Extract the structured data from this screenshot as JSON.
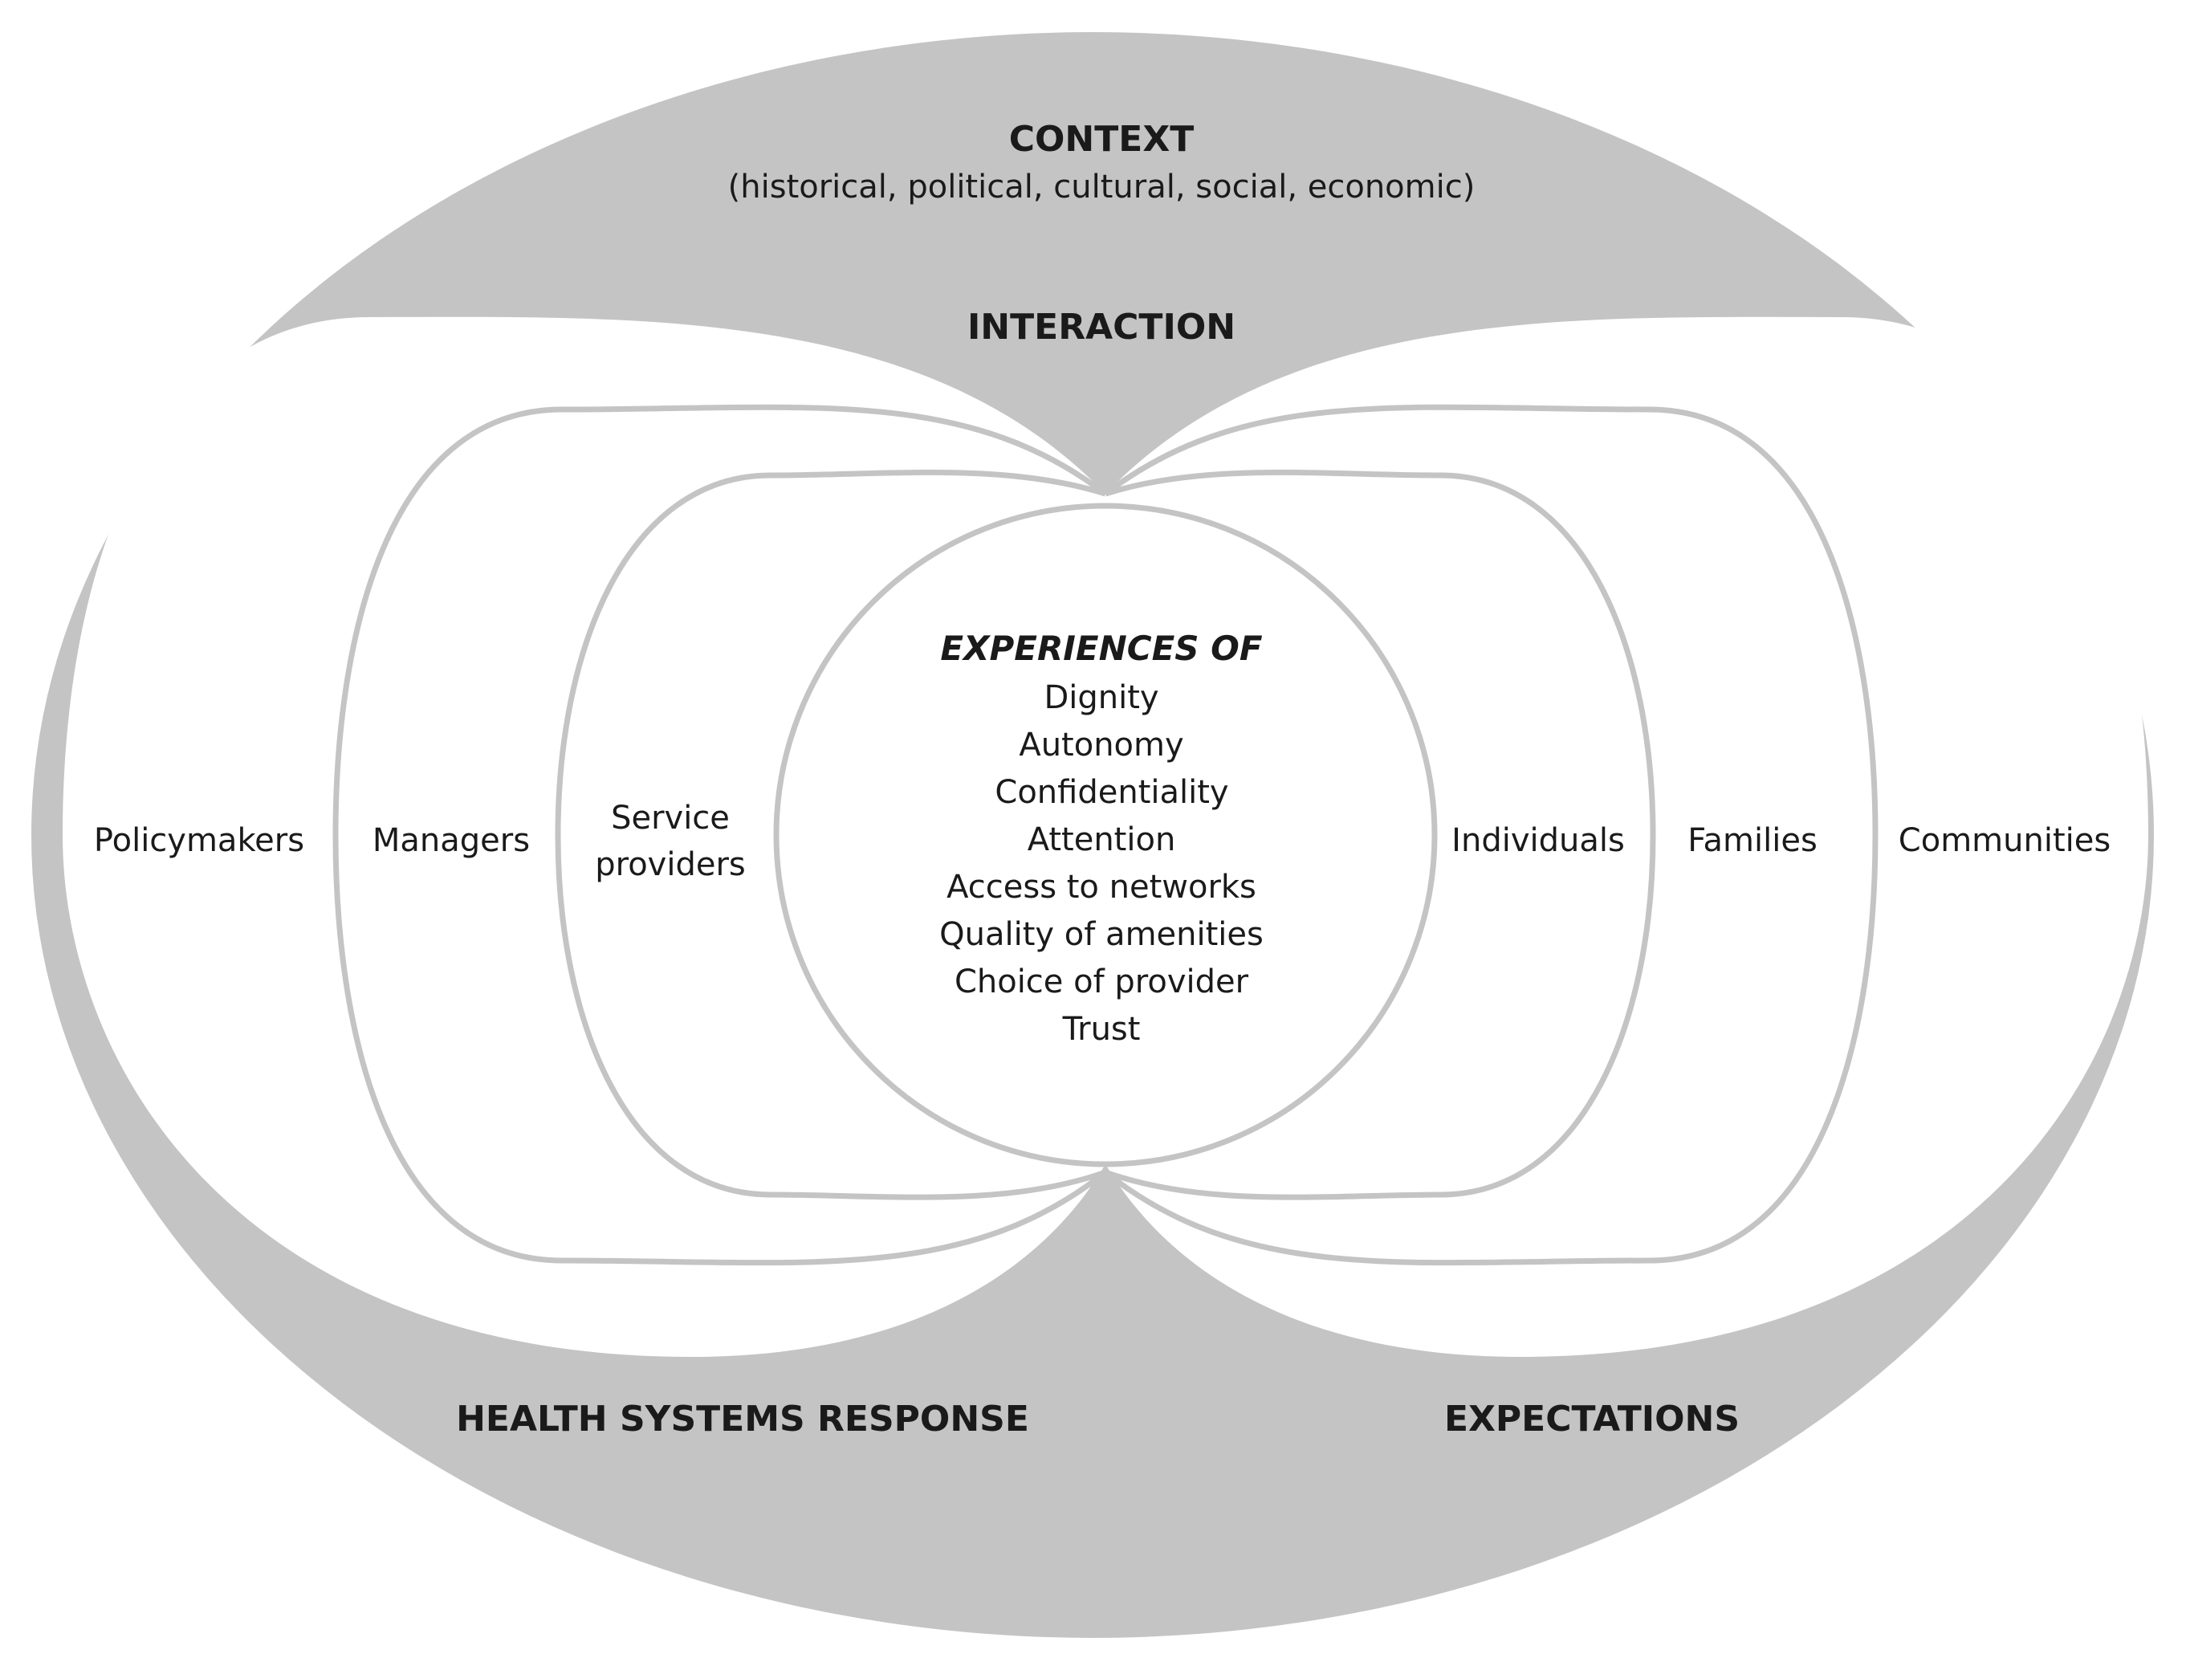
{
  "context": {
    "title": "CONTEXT",
    "subtitle": "(historical, political, cultural, social, economic)"
  },
  "interaction": "INTERACTION",
  "left_levels": [
    "Policymakers",
    "Managers",
    "Service",
    "providers"
  ],
  "right_levels": [
    "Individuals",
    "Families",
    "Communities"
  ],
  "center": {
    "title": "EXPERIENCES OF",
    "items": [
      "Dignity",
      "Autonomy",
      "Confidentiality",
      "Attention",
      "Access to networks",
      "Quality of amenities",
      "Choice of provider",
      "Trust"
    ]
  },
  "bottom_left": "HEALTH SYSTEMS RESPONSE",
  "bottom_right": "EXPECTATIONS",
  "colors": {
    "band": "#c4c4c4",
    "ring": "#c4c4c4",
    "text": "#1a1a1a",
    "background": "#ffffff"
  }
}
